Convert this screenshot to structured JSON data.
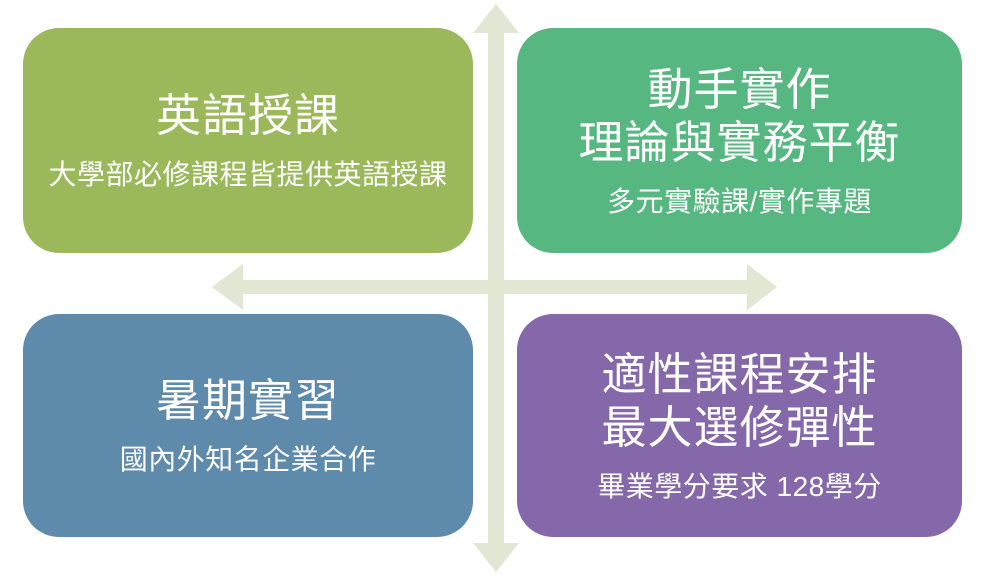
{
  "diagram": {
    "background": "#ffffff",
    "arrow_color": "#e1e7d3",
    "text_color": "#ffffff",
    "quadrants": [
      {
        "id": "english-instruction",
        "color": "#9bb95a",
        "title_lines": [
          "英語授課"
        ],
        "subtitle": "大學部必修課程皆提供英語授課"
      },
      {
        "id": "hands-on-practice",
        "color": "#56b780",
        "title_lines": [
          "動手實作",
          "理論與實務平衡"
        ],
        "subtitle": "多元實驗課/實作專題"
      },
      {
        "id": "summer-internship",
        "color": "#5e8aab",
        "title_lines": [
          "暑期實習"
        ],
        "subtitle": "國內外知名企業合作"
      },
      {
        "id": "flexible-curriculum",
        "color": "#8568a9",
        "title_lines": [
          "適性課程安排",
          "最大選修彈性"
        ],
        "subtitle": "畢業學分要求 128學分"
      }
    ]
  }
}
